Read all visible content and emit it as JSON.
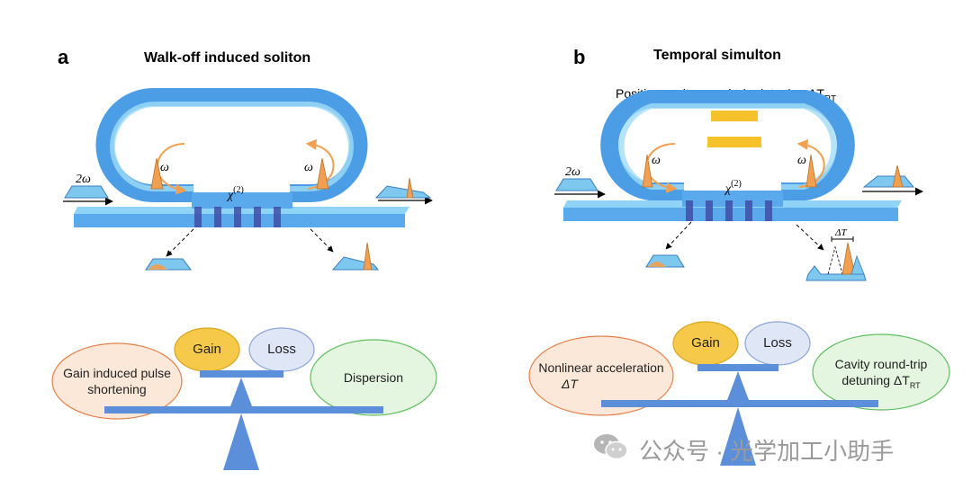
{
  "panel_a": {
    "label": "a",
    "title": "Walk-off induced soliton",
    "pump_label": "2ω",
    "signal_label_left": "ω",
    "signal_label_right": "ω",
    "chi_label": "χ",
    "chi_exp": "(2)",
    "balance": {
      "gain": "Gain",
      "loss": "Loss",
      "left_line1": "Gain induced pulse",
      "left_line2": "shortening",
      "right": "Dispersion"
    }
  },
  "panel_b": {
    "label": "b",
    "title": "Temporal simulton",
    "subtitle": "Positive cavity round-trip detuning ΔT",
    "subtitle_sub": "RT",
    "pump_label": "2ω",
    "signal_label_left": "ω",
    "signal_label_right": "ω",
    "chi_label": "χ",
    "chi_exp": "(2)",
    "delta_t_label": "ΔT",
    "balance": {
      "gain": "Gain",
      "loss": "Loss",
      "left_line1": "Nonlinear acceleration",
      "left_line2": "ΔT",
      "right_line1": "Cavity round-trip",
      "right_line2": "detuning ΔT",
      "right_sub": "RT"
    }
  },
  "watermark": "公众号 · 光学加工小助手",
  "colors": {
    "waveguide": "#5aa9ec",
    "waveguide_light": "#8fd4f6",
    "waveguide_dark": "#2f7fd0",
    "grating": "#3f4fa8",
    "pulse_blue": "#7ec8ef",
    "pulse_orange": "#f0a050",
    "gain_fill": "#f7c94a",
    "loss_fill": "#dfe6f5",
    "left_fill": "#fbe8d8",
    "right_fill": "#e4f5e0",
    "balance_blue": "#5b8fd9",
    "heater": "#f5c22c"
  }
}
